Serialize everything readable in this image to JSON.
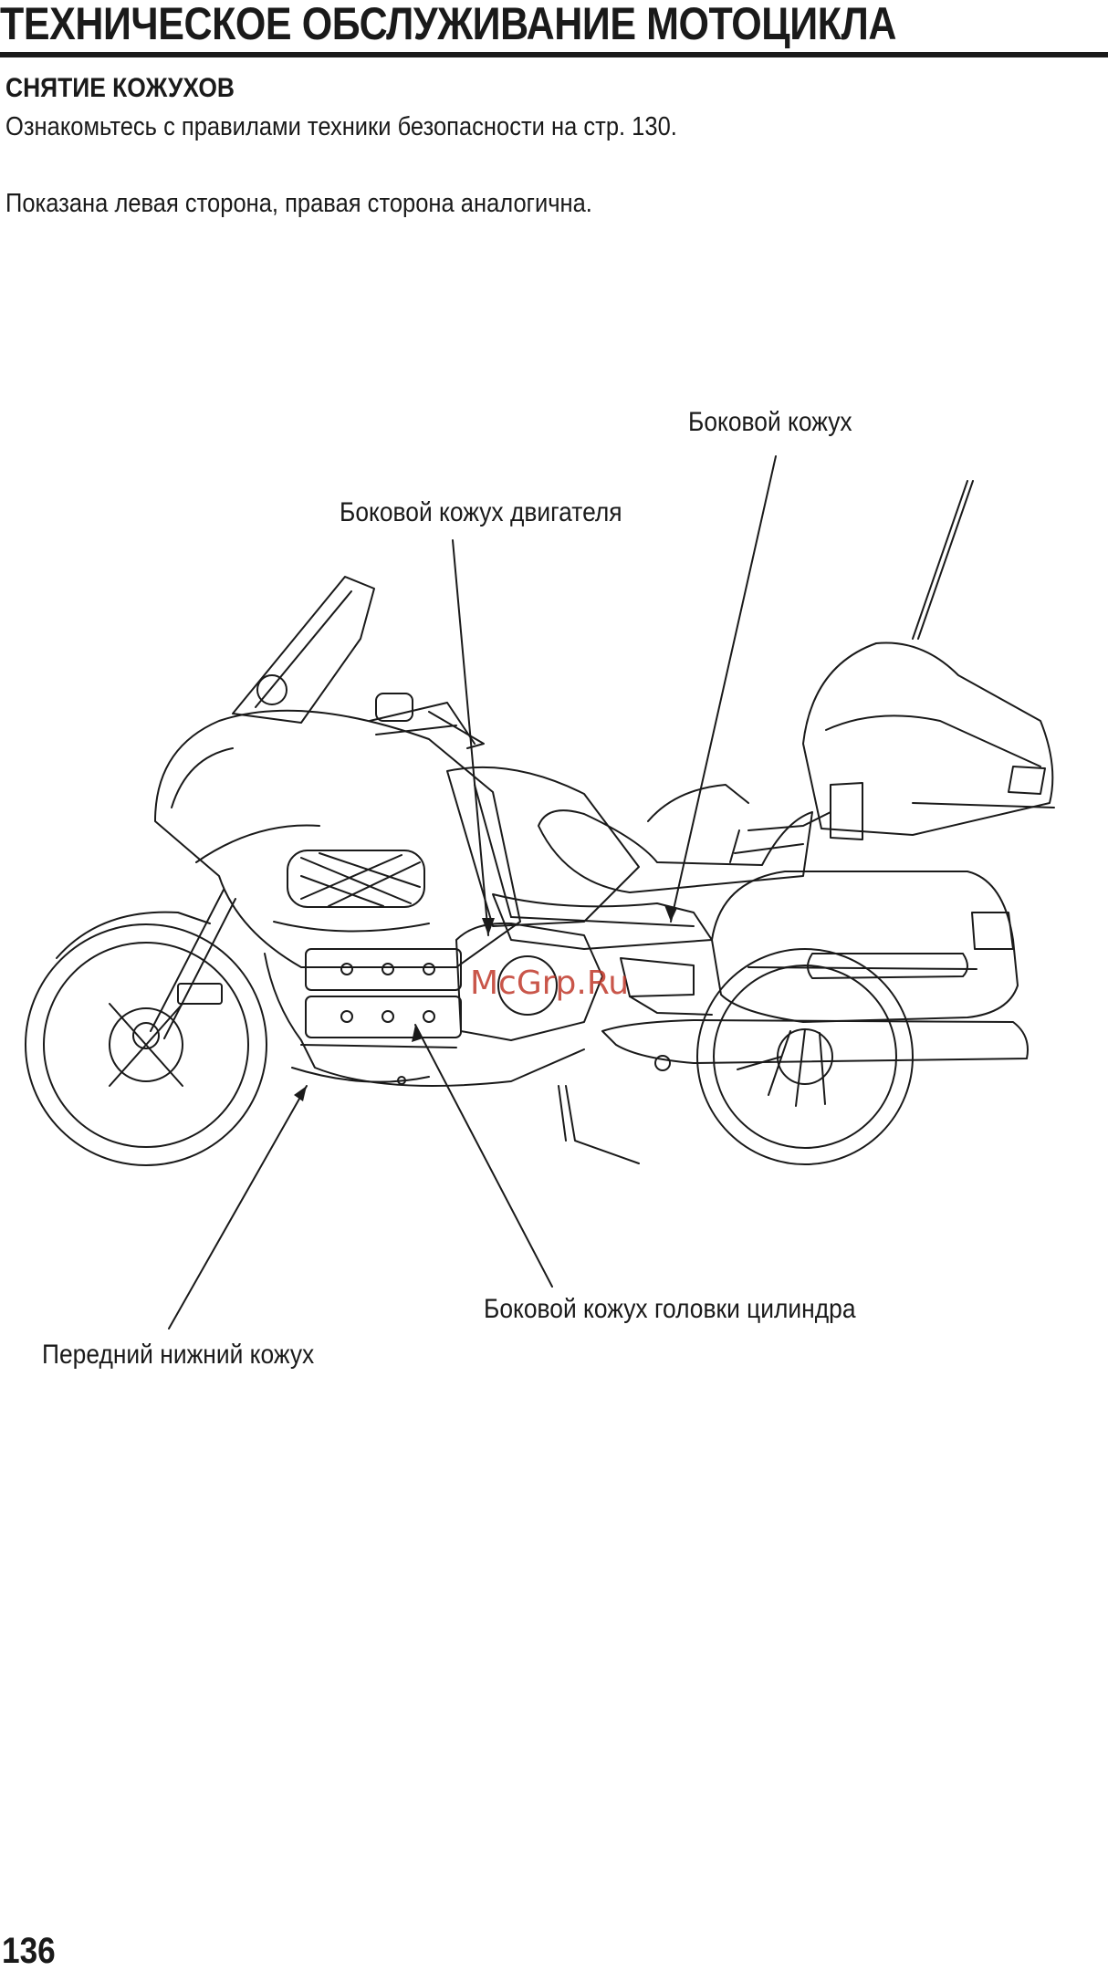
{
  "header": {
    "title": "ТЕХНИЧЕСКОЕ ОБСЛУЖИВАНИЕ МОТОЦИКЛА"
  },
  "section": {
    "heading": "СНЯТИЕ КОЖУХОВ",
    "safety_note": "Ознакомьтесь с правилами техники безопасности на стр. 130.",
    "side_note": "Показана левая сторона, правая сторона аналогична."
  },
  "figure": {
    "callouts": {
      "side_cover": "Боковой кожух",
      "engine_side_cover": "Боковой кожух двигателя",
      "cylinder_head_side_cover": "Боковой кожух головки цилиндра",
      "front_lower_cover": "Передний нижний кожух"
    },
    "watermark": "McGrp.Ru"
  },
  "footer": {
    "page_number": "136"
  }
}
